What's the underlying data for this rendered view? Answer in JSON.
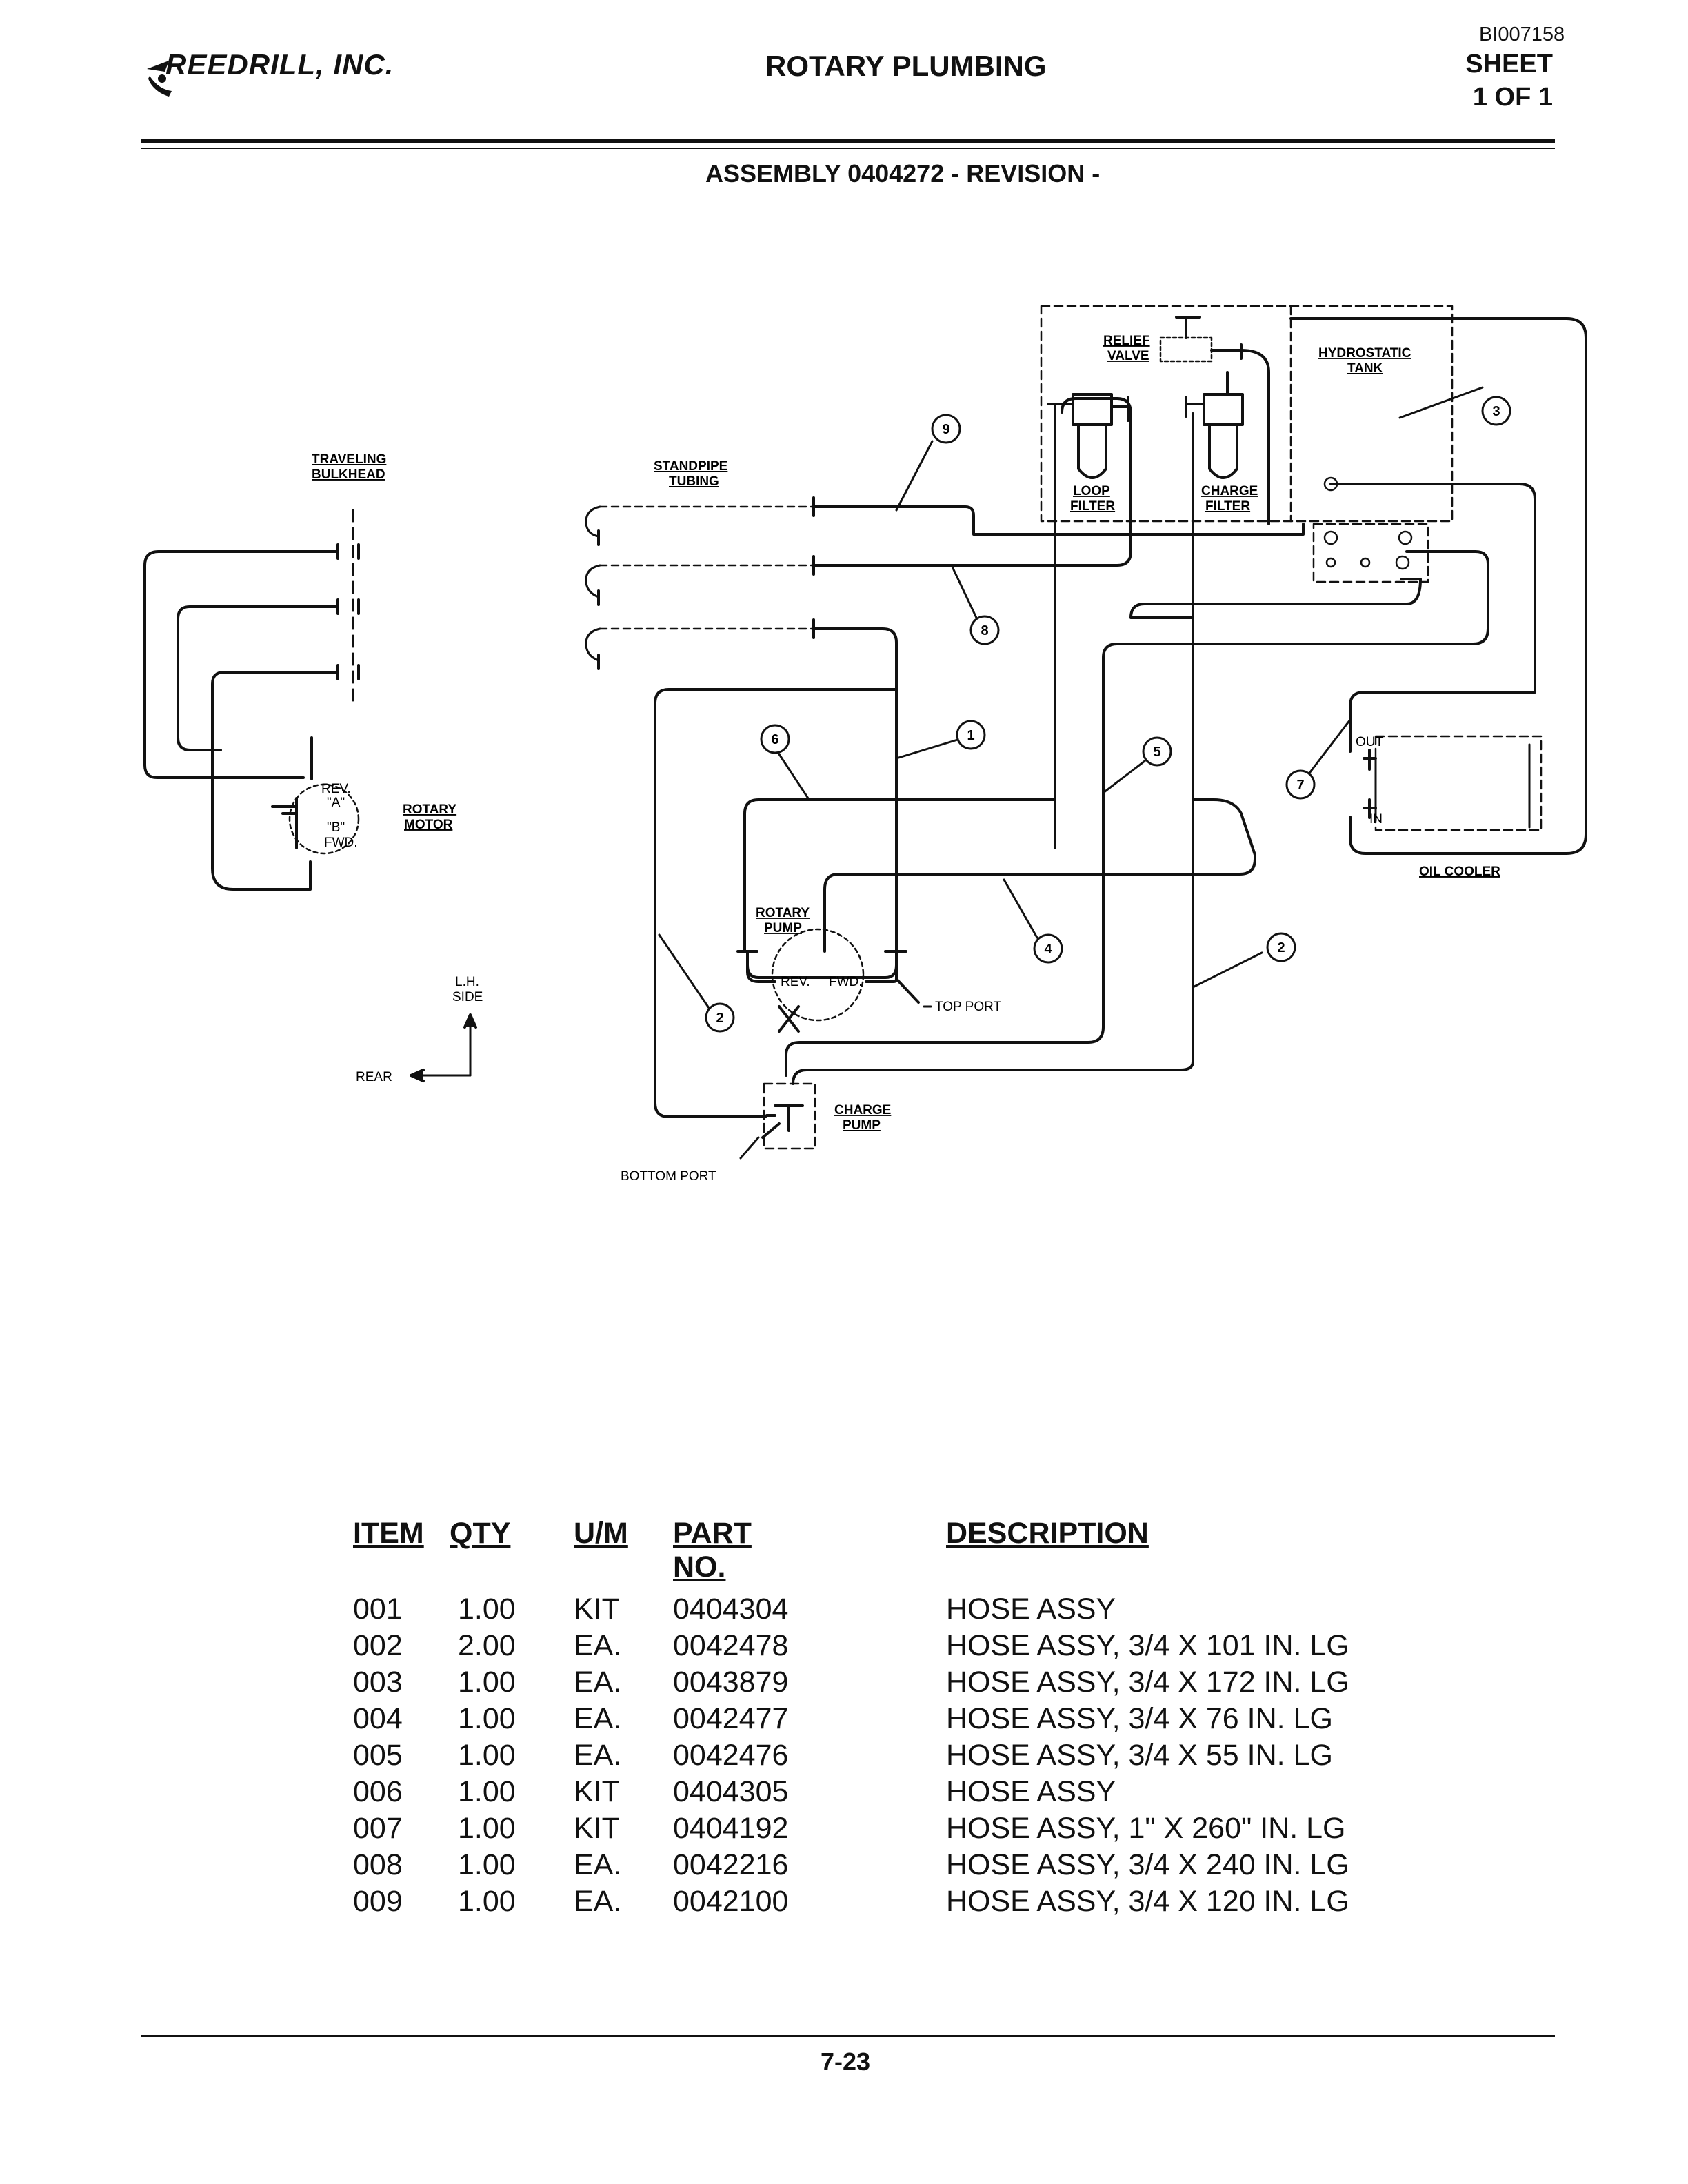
{
  "header": {
    "company": "REEDRILL, INC.",
    "title": "ROTARY PLUMBING",
    "doc_id": "BI007158",
    "sheet_label": "SHEET",
    "sheet_value": "1 OF 1",
    "assembly": "ASSEMBLY 0404272 - REVISION -"
  },
  "diagram": {
    "labels": {
      "traveling_bulkhead": [
        "TRAVELING",
        "BULKHEAD"
      ],
      "standpipe_tubing": [
        "STANDPIPE",
        "TUBING"
      ],
      "relief_valve": [
        "RELIEF",
        "VALVE"
      ],
      "hydrostatic_tank": [
        "HYDROSTATIC",
        "TANK"
      ],
      "loop_filter": [
        "LOOP",
        "FILTER"
      ],
      "charge_filter": [
        "CHARGE",
        "FILTER"
      ],
      "rotary_motor": [
        "ROTARY",
        "MOTOR"
      ],
      "motor_rev": "REV.",
      "motor_a": "\"A\"",
      "motor_b": "\"B\"",
      "motor_fwd": "FWD.",
      "rotary_pump": [
        "ROTARY",
        "PUMP"
      ],
      "pump_rev": "REV.",
      "pump_fwd": "FWD.",
      "top_port": "TOP PORT",
      "charge_pump": [
        "CHARGE",
        "PUMP"
      ],
      "bottom_port": "BOTTOM PORT",
      "oil_cooler": "OIL COOLER",
      "cooler_out": "OUT",
      "cooler_in": "IN",
      "lh_side": [
        "L.H.",
        "SIDE"
      ],
      "rear": "REAR"
    },
    "callouts": [
      "1",
      "2",
      "2",
      "3",
      "4",
      "5",
      "6",
      "7",
      "8",
      "9"
    ]
  },
  "parts_table": {
    "headers": [
      "ITEM",
      "QTY",
      "U/M",
      "PART NO.",
      "DESCRIPTION"
    ],
    "rows": [
      [
        "001",
        "1.00",
        "KIT",
        "0404304",
        "HOSE ASSY"
      ],
      [
        "002",
        "2.00",
        "EA.",
        "0042478",
        "HOSE ASSY, 3/4 X 101 IN. LG"
      ],
      [
        "003",
        "1.00",
        "EA.",
        "0043879",
        "HOSE ASSY, 3/4 X 172 IN. LG"
      ],
      [
        "004",
        "1.00",
        "EA.",
        "0042477",
        "HOSE ASSY, 3/4 X 76 IN. LG"
      ],
      [
        "005",
        "1.00",
        "EA.",
        "0042476",
        "HOSE ASSY, 3/4 X 55 IN. LG"
      ],
      [
        "006",
        "1.00",
        "KIT",
        "0404305",
        "HOSE ASSY"
      ],
      [
        "007",
        "1.00",
        "KIT",
        "0404192",
        "HOSE ASSY, 1\" X 260\" IN. LG"
      ],
      [
        "008",
        "1.00",
        "EA.",
        "0042216",
        "HOSE ASSY, 3/4 X 240 IN. LG"
      ],
      [
        "009",
        "1.00",
        "EA.",
        "0042100",
        "HOSE ASSY, 3/4 X 120 IN. LG"
      ]
    ]
  },
  "footer": {
    "page_number": "7-23"
  }
}
